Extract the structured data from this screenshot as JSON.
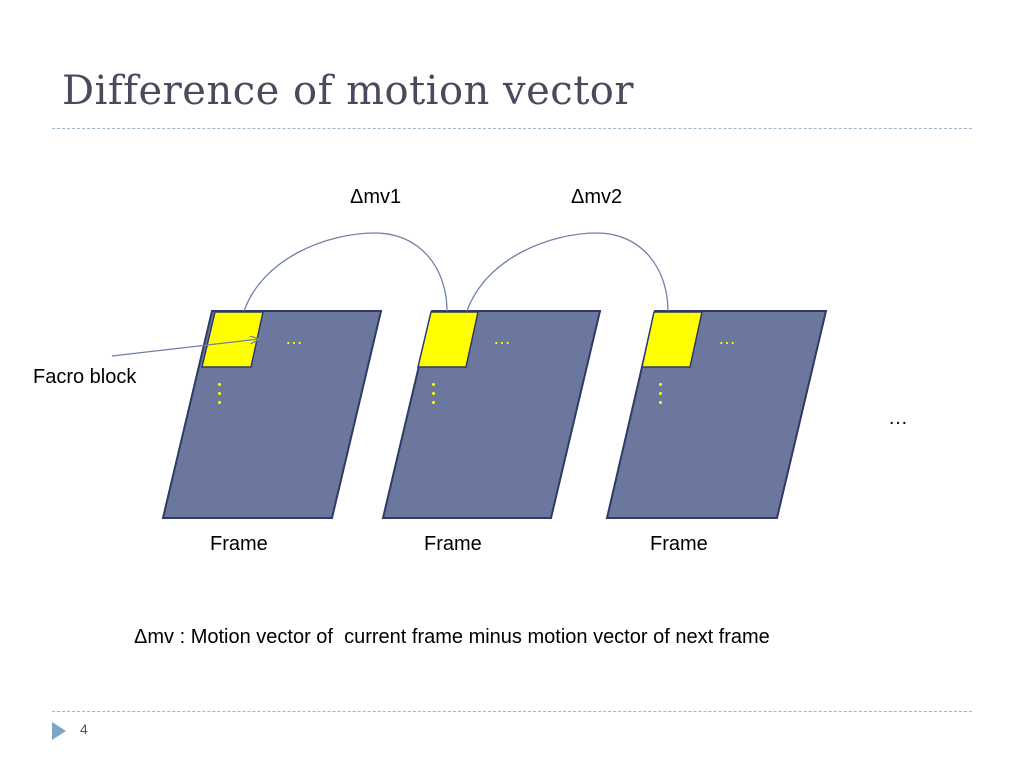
{
  "slide": {
    "title": "Difference of motion vector",
    "page_number": "4"
  },
  "diagram": {
    "delta_labels": [
      "Δmv1",
      "Δmv2"
    ],
    "block_label": "Facro block",
    "frame_labels": [
      "Frame",
      "Frame",
      "Frame"
    ],
    "row_ellipsis": "…",
    "trailing_ellipsis": "…",
    "caption": "Δmv : Motion vector of  current frame minus motion vector of next frame"
  },
  "colors": {
    "frame_fill": "#6c779e",
    "frame_stroke": "#2f3a66",
    "block_fill": "#ffff00",
    "arc_stroke": "#7080aa",
    "dots": "#ffff00",
    "title": "#4a4a5c",
    "rule": "#9fb6c8"
  },
  "icons": {
    "footer_bullet": "triangle-right-icon"
  }
}
